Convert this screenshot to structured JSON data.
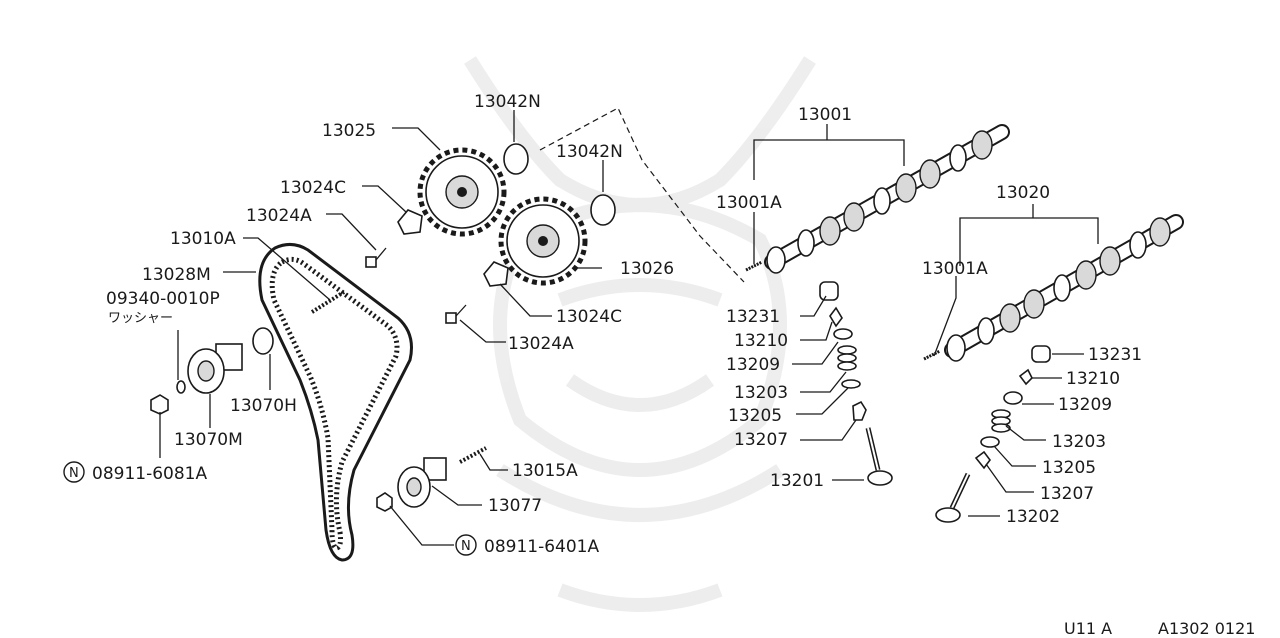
{
  "labels": {
    "p13042N_a": "13042N",
    "p13025": "13025",
    "p13042N_b": "13042N",
    "p13001": "13001",
    "p13024C_a": "13024C",
    "p13001A_a": "13001A",
    "p13020": "13020",
    "p13024A_a": "13024A",
    "p13010A": "13010A",
    "p13026": "13026",
    "p13001A_b": "13001A",
    "p13028M": "13028M",
    "p09340": "09340-0010P",
    "washer_jp": "ワッシャー",
    "p13024C_b": "13024C",
    "p13231_a": "13231",
    "p13210_a": "13210",
    "p13024A_b": "13024A",
    "p13209_a": "13209",
    "p13231_b": "13231",
    "p13203_a": "13203",
    "p13210_b": "13210",
    "p13070H": "13070H",
    "p13205_a": "13205",
    "p13209_b": "13209",
    "p13070M": "13070M",
    "p13207_a": "13207",
    "p13203_b": "13203",
    "p08911_6081A": "08911-6081A",
    "p13015A": "13015A",
    "p13205_b": "13205",
    "p13201": "13201",
    "p13207_b": "13207",
    "p13077": "13077",
    "p13202": "13202",
    "p08911_6401A": "08911-6401A",
    "n_mark": "N"
  },
  "footer": {
    "model_code": "U11 A",
    "figure_code": "A1302 0121"
  }
}
